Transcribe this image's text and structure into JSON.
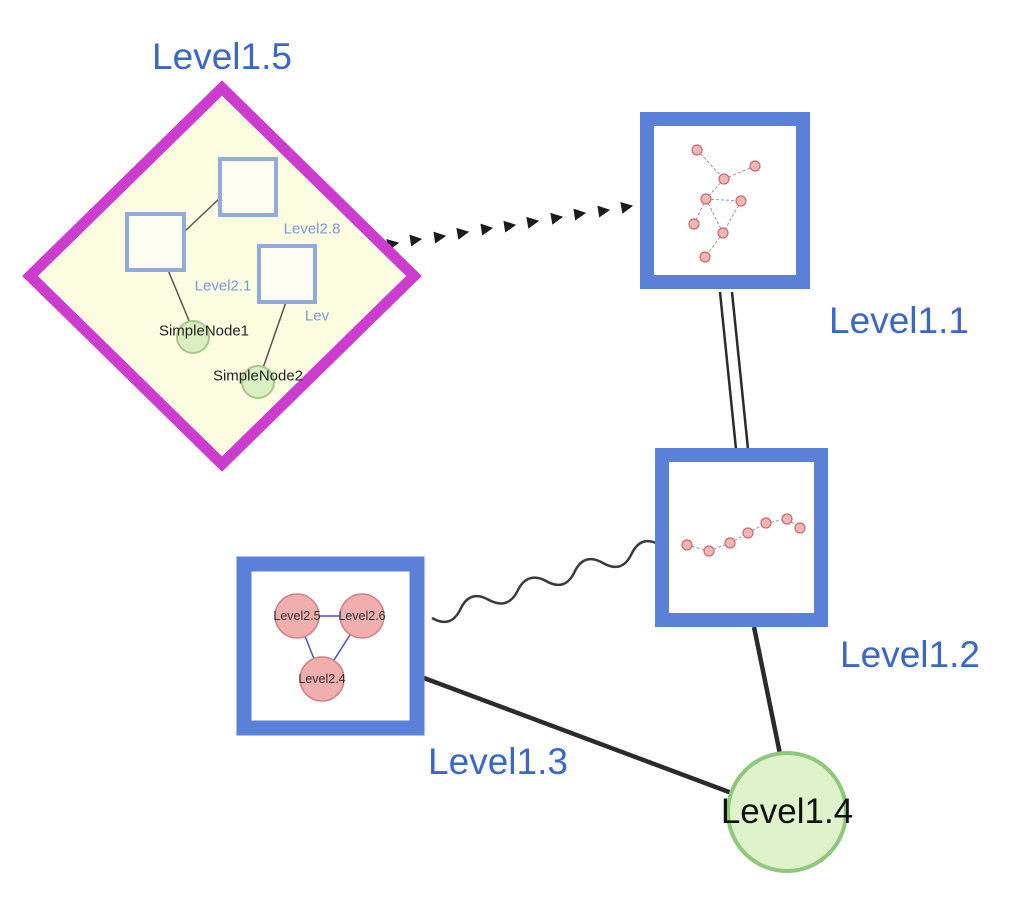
{
  "diagram": {
    "description": "Nested graph visualization with five top-level nodes and grouped sub-graphs"
  },
  "labels": {
    "level1_5": "Level1.5",
    "level1_1": "Level1.1",
    "level1_2": "Level1.2",
    "level1_3": "Level1.3",
    "level1_4": "Level1.4",
    "level2_8": "Level2.8",
    "level2_1": "Level2.1",
    "lev": "Lev",
    "simple_node1": "SimpleNode1",
    "simple_node2": "SimpleNode2",
    "level2_5": "Level2.5",
    "level2_6": "Level2.6",
    "level2_4": "Level2.4"
  },
  "edges": [
    {
      "from": "Level1.5",
      "to": "Level1.1",
      "style": "dashed-arrow"
    },
    {
      "from": "Level1.1",
      "to": "Level1.2",
      "style": "double-line"
    },
    {
      "from": "Level1.2",
      "to": "Level1.3",
      "style": "wavy"
    },
    {
      "from": "Level1.3",
      "to": "Level1.4",
      "style": "solid"
    },
    {
      "from": "Level1.2",
      "to": "Level1.4",
      "style": "solid"
    },
    {
      "from": "Level2.1",
      "to": "Level2.8",
      "style": "solid"
    },
    {
      "from": "Level2.1",
      "to": "SimpleNode1",
      "style": "solid"
    },
    {
      "from": "Lev",
      "to": "SimpleNode2",
      "style": "solid"
    },
    {
      "from": "Level2.5",
      "to": "Level2.6",
      "style": "solid"
    },
    {
      "from": "Level2.5",
      "to": "Level2.4",
      "style": "solid"
    },
    {
      "from": "Level2.6",
      "to": "Level2.4",
      "style": "solid"
    }
  ],
  "colors": {
    "label_blue": "#3b67c8",
    "box_border_blue": "#5b80d8",
    "diamond_magenta": "#cb3ccf",
    "diamond_fill": "#fcfce1",
    "inner_square_border": "#92acd9",
    "green_node_fill": "#def3cb",
    "green_node_border": "#8dc87d",
    "pink_node_fill": "#f1aeae",
    "pink_node_border": "#c98585",
    "edge_black": "#2b2b2b",
    "inner_edge_blue": "#4653c8",
    "dashed_edge_blue": "#8892d8",
    "text_black": "#111111"
  }
}
